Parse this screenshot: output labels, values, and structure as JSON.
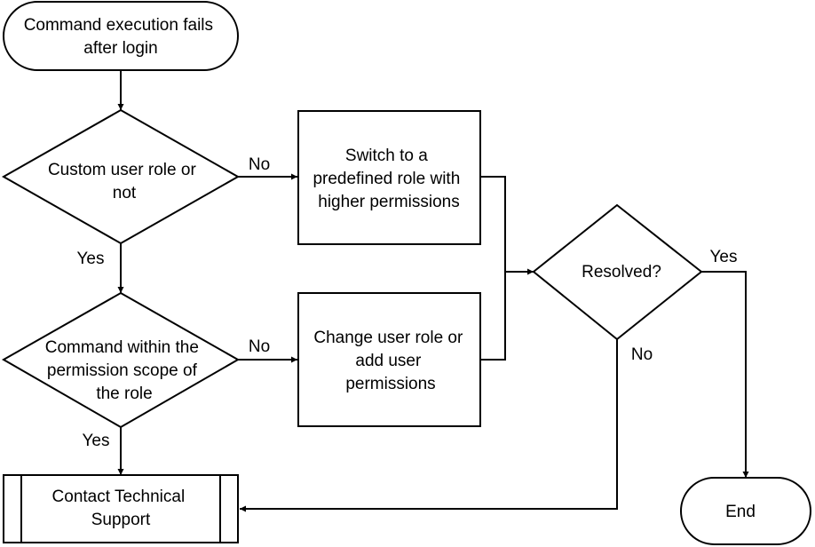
{
  "nodes": {
    "start": {
      "lines": [
        "Command execution fails",
        "after login"
      ]
    },
    "decision_custom_role": {
      "lines": [
        "Custom user role or",
        "not"
      ]
    },
    "switch_role": {
      "lines": [
        "Switch to a",
        "predefined role with",
        "higher permissions"
      ]
    },
    "decision_scope": {
      "lines": [
        "Command within the",
        "permission scope of",
        "the role"
      ]
    },
    "change_role": {
      "lines": [
        "Change user role or",
        "add user",
        "permissions"
      ]
    },
    "resolved": {
      "lines": [
        "Resolved?"
      ]
    },
    "contact_support": {
      "lines": [
        "Contact Technical",
        "Support"
      ]
    },
    "end": {
      "lines": [
        "End"
      ]
    }
  },
  "edge_labels": {
    "custom_no": "No",
    "custom_yes": "Yes",
    "scope_no": "No",
    "scope_yes": "Yes",
    "resolved_yes": "Yes",
    "resolved_no": "No"
  }
}
